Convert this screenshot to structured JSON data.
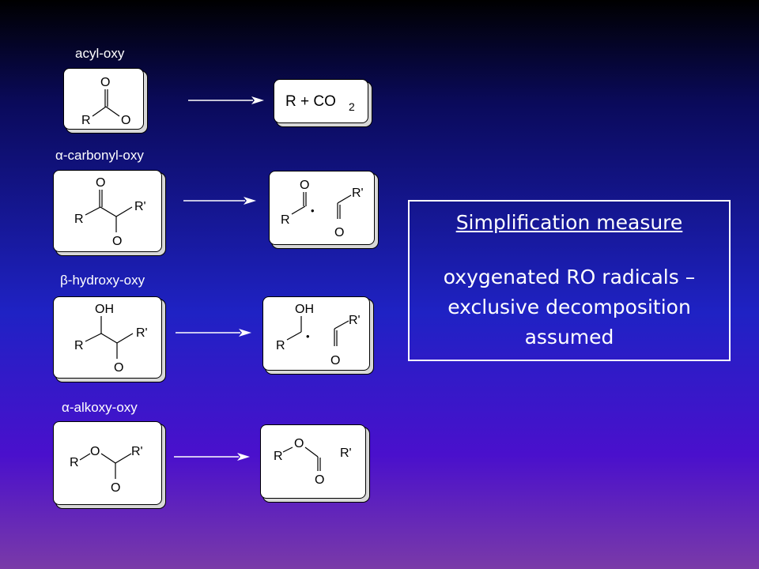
{
  "sections": [
    {
      "title": "acyl-oxy"
    },
    {
      "title": "α-carbonyl-oxy"
    },
    {
      "title": "β-hydroxy-oxy"
    },
    {
      "title": "α-alkoxy-oxy"
    }
  ],
  "atoms": {
    "O": "O",
    "R": "R",
    "R_prime": "R'",
    "OH": "OH"
  },
  "products": {
    "acyl_product_main": "R + CO",
    "acyl_product_sub": "2",
    "radical_dot": "•"
  },
  "note": {
    "heading": "Simplification measure",
    "body": "oxygenated RO radicals – exclusive decomposition assumed"
  }
}
